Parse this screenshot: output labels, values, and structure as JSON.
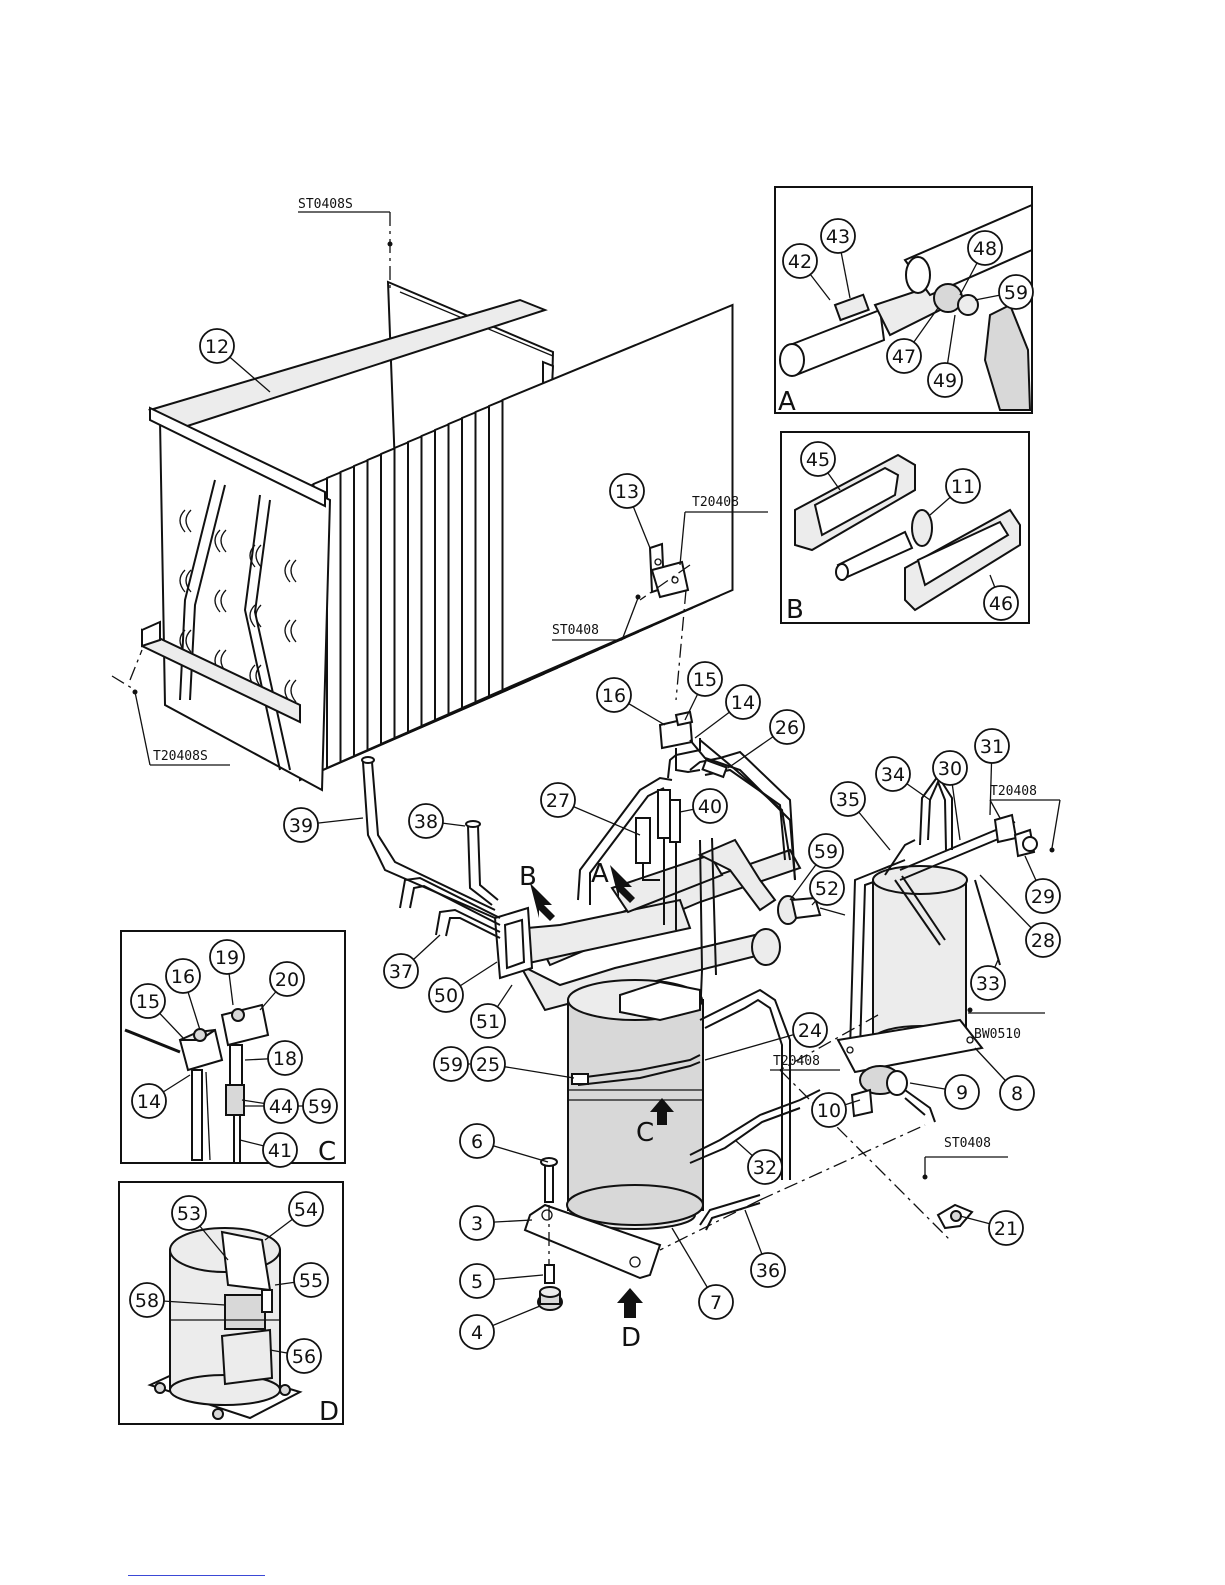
{
  "callouts": [
    {
      "id": "12",
      "label": "12"
    },
    {
      "id": "13",
      "label": "13"
    },
    {
      "id": "16a",
      "label": "16"
    },
    {
      "id": "15a",
      "label": "15"
    },
    {
      "id": "14a",
      "label": "14"
    },
    {
      "id": "26",
      "label": "26"
    },
    {
      "id": "27",
      "label": "27"
    },
    {
      "id": "40",
      "label": "40"
    },
    {
      "id": "39",
      "label": "39"
    },
    {
      "id": "38",
      "label": "38"
    },
    {
      "id": "35",
      "label": "35"
    },
    {
      "id": "34",
      "label": "34"
    },
    {
      "id": "30",
      "label": "30"
    },
    {
      "id": "31",
      "label": "31"
    },
    {
      "id": "59a",
      "label": "59"
    },
    {
      "id": "52",
      "label": "52"
    },
    {
      "id": "29",
      "label": "29"
    },
    {
      "id": "28",
      "label": "28"
    },
    {
      "id": "33",
      "label": "33"
    },
    {
      "id": "37",
      "label": "37"
    },
    {
      "id": "50",
      "label": "50"
    },
    {
      "id": "51",
      "label": "51"
    },
    {
      "id": "24",
      "label": "24"
    },
    {
      "id": "59b",
      "label": "59"
    },
    {
      "id": "25",
      "label": "25"
    },
    {
      "id": "9",
      "label": "9"
    },
    {
      "id": "8",
      "label": "8"
    },
    {
      "id": "10",
      "label": "10"
    },
    {
      "id": "6",
      "label": "6"
    },
    {
      "id": "32",
      "label": "32"
    },
    {
      "id": "3",
      "label": "3"
    },
    {
      "id": "21",
      "label": "21"
    },
    {
      "id": "5",
      "label": "5"
    },
    {
      "id": "36",
      "label": "36"
    },
    {
      "id": "7",
      "label": "7"
    },
    {
      "id": "4",
      "label": "4"
    },
    {
      "id": "42",
      "label": "42"
    },
    {
      "id": "43",
      "label": "43"
    },
    {
      "id": "48",
      "label": "48"
    },
    {
      "id": "59c",
      "label": "59"
    },
    {
      "id": "47",
      "label": "47"
    },
    {
      "id": "49",
      "label": "49"
    },
    {
      "id": "45",
      "label": "45"
    },
    {
      "id": "11",
      "label": "11"
    },
    {
      "id": "46",
      "label": "46"
    },
    {
      "id": "19",
      "label": "19"
    },
    {
      "id": "16b",
      "label": "16"
    },
    {
      "id": "20",
      "label": "20"
    },
    {
      "id": "15b",
      "label": "15"
    },
    {
      "id": "18",
      "label": "18"
    },
    {
      "id": "14b",
      "label": "14"
    },
    {
      "id": "44",
      "label": "44"
    },
    {
      "id": "59d",
      "label": "59"
    },
    {
      "id": "41",
      "label": "41"
    },
    {
      "id": "53",
      "label": "53"
    },
    {
      "id": "54",
      "label": "54"
    },
    {
      "id": "55",
      "label": "55"
    },
    {
      "id": "58",
      "label": "58"
    },
    {
      "id": "56",
      "label": "56"
    }
  ],
  "references": {
    "st0408s_top": "ST0408S",
    "t20408s_left": "T20408S",
    "t20408_bracket": "T20408",
    "st0408_bracket": "ST0408",
    "t20408_right": "T20408",
    "bw0510": "BW0510",
    "t20408_mid": "T20408",
    "st0408_bottom": "ST0408"
  },
  "view_letters": {
    "main_b": "B",
    "main_a": "A",
    "main_c": "C",
    "main_d": "D",
    "box_a": "A",
    "box_b": "B",
    "box_c": "C",
    "box_d": "D"
  }
}
